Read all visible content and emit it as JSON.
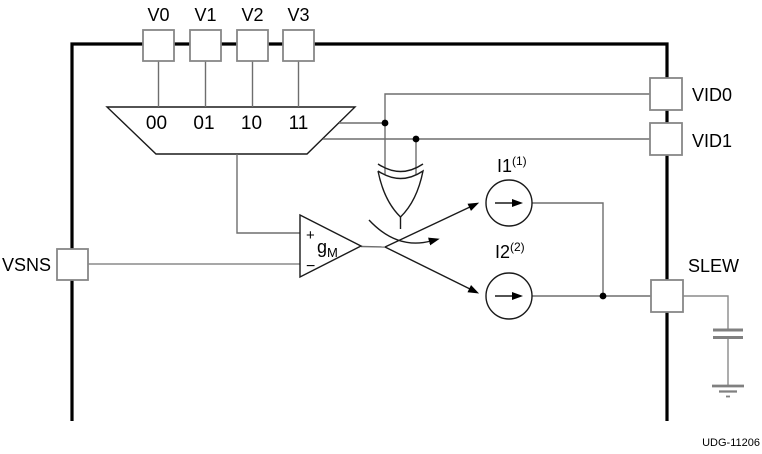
{
  "figure": {
    "caption": "UDG-11206",
    "voltage_refs": {
      "v0": "V0",
      "v1": "V1",
      "v2": "V2",
      "v3": "V3"
    },
    "mux": {
      "in00": "00",
      "in01": "01",
      "in10": "10",
      "in11": "11"
    },
    "pins": {
      "vsns": "VSNS",
      "vid0": "VID0",
      "vid1": "VID1",
      "slew": "SLEW"
    },
    "amplifier": {
      "plus": "+",
      "minus": "−",
      "gain": "g",
      "gain_sub": "M"
    },
    "sources": {
      "i1": "I1",
      "i1_note": "(1)",
      "i2": "I2",
      "i2_note": "(2)"
    },
    "colors": {
      "border": "#000000",
      "wire": "#6e6e6e",
      "symbol": "#1a1a1a",
      "pin_box_stroke": "#878787"
    }
  }
}
